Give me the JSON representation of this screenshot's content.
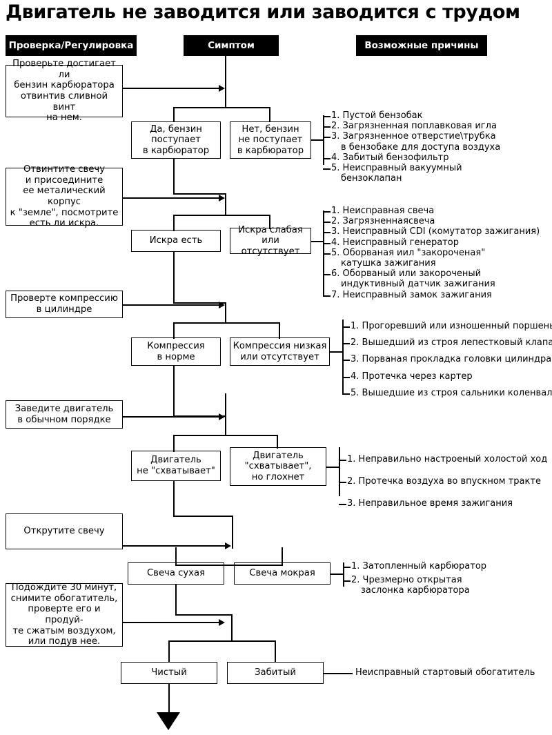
{
  "title": "Двигатель не заводится или заводится с трудом",
  "headers": {
    "check": "Проверка/Регулировка",
    "symptom": "Симптом",
    "causes": "Возможные причины"
  },
  "checks": [
    {
      "id": "fuel",
      "text": "Проверьте достигает ли\nбензин карбюратора\nотвинтив сливной винт\nна нем."
    },
    {
      "id": "spark",
      "text": "Отвинтите свечу\nи присоедините\nее металический корпус\nк \"земле\", посмотрите\nесть ли искра."
    },
    {
      "id": "compression",
      "text": "Проверте компрессию\nв цилиндре"
    },
    {
      "id": "start",
      "text": "Заведите двигатель\nв обычном порядке"
    },
    {
      "id": "plug",
      "text": "Открутите свечу"
    },
    {
      "id": "enricher",
      "text": "Подождите 30 минут,\nснимите обогатитель,\nпроверте его и продуй-\nте сжатым воздухом,\nили подув нее."
    }
  ],
  "symptoms": {
    "fuel_ok": "Да, бензин\nпоступает\nв карбюратор",
    "fuel_no": "Нет, бензин\nне поступает\nв карбюратор",
    "spark_ok": "Искра есть",
    "spark_weak": "Искра слабая\nили отсутствует",
    "comp_ok": "Компрессия\nв норме",
    "comp_low": "Компрессия низкая\nили отсутствует",
    "eng_nocatch": "Двигатель\nне \"схватывает\"",
    "eng_catch": "Двигатель\n\"схватывает\",\nно глохнет",
    "plug_dry": "Свеча сухая",
    "plug_wet": "Свеча мокрая",
    "enr_clean": "Чистый",
    "enr_clogged": "Забитый"
  },
  "cause_groups": {
    "fuel": [
      {
        "n": "1.",
        "lines": [
          "Пустой бензобак"
        ]
      },
      {
        "n": "2.",
        "lines": [
          "Загрязненная поплавковая игла"
        ]
      },
      {
        "n": "3.",
        "lines": [
          "Загрязненное отверстие\\трубка",
          "в бензобаке для доступа воздуха"
        ]
      },
      {
        "n": "4.",
        "lines": [
          "Забитый бензофильтр"
        ]
      },
      {
        "n": "5.",
        "lines": [
          "Неисправный вакуумный",
          "бензоклапан"
        ]
      }
    ],
    "spark": [
      {
        "n": "1.",
        "lines": [
          "Неисправная свеча"
        ]
      },
      {
        "n": "2.",
        "lines": [
          "Загрязненнаясвеча"
        ]
      },
      {
        "n": "3.",
        "lines": [
          "Неисправный CDI (комутатор зажигания)"
        ]
      },
      {
        "n": "4.",
        "lines": [
          "Неисправный генератор"
        ]
      },
      {
        "n": "5.",
        "lines": [
          "Оборваная иил \"закороченая\"",
          "катушка зажигания"
        ]
      },
      {
        "n": "6.",
        "lines": [
          "Оборваный или закороченый",
          "индуктивный датчик зажигания"
        ]
      },
      {
        "n": "7.",
        "lines": [
          "Неисправный замок зажигания"
        ]
      }
    ],
    "compression": [
      {
        "n": "1.",
        "lines": [
          "Прогоревший или изношенный поршень"
        ]
      },
      {
        "n": "2.",
        "lines": [
          "Вышедший из строя лепестковый клапан"
        ]
      },
      {
        "n": "3.",
        "lines": [
          "Порваная прокладка головки цилиндра"
        ]
      },
      {
        "n": "4.",
        "lines": [
          "Протечка через картер"
        ]
      },
      {
        "n": "5.",
        "lines": [
          "Вышедшие из строя сальники коленвала"
        ]
      }
    ],
    "start": [
      {
        "n": "1.",
        "lines": [
          "Неправильно настроеный холостой ход"
        ]
      },
      {
        "n": "2.",
        "lines": [
          "Протечка воздуха во впускном тракте"
        ]
      },
      {
        "n": "3.",
        "lines": [
          "Неправильное время зажигания"
        ]
      }
    ],
    "plug": [
      {
        "n": "1.",
        "lines": [
          "Затопленный карбюратор"
        ]
      },
      {
        "n": "2.",
        "lines": [
          "Чрезмерно открытая",
          "заслонка карбюратора"
        ]
      }
    ],
    "enricher_single": "Неисправный стартовый обогатитель"
  },
  "colors": {
    "ink": "#000000",
    "paper": "#ffffff",
    "header_bg": "#000000",
    "header_fg": "#ffffff"
  }
}
